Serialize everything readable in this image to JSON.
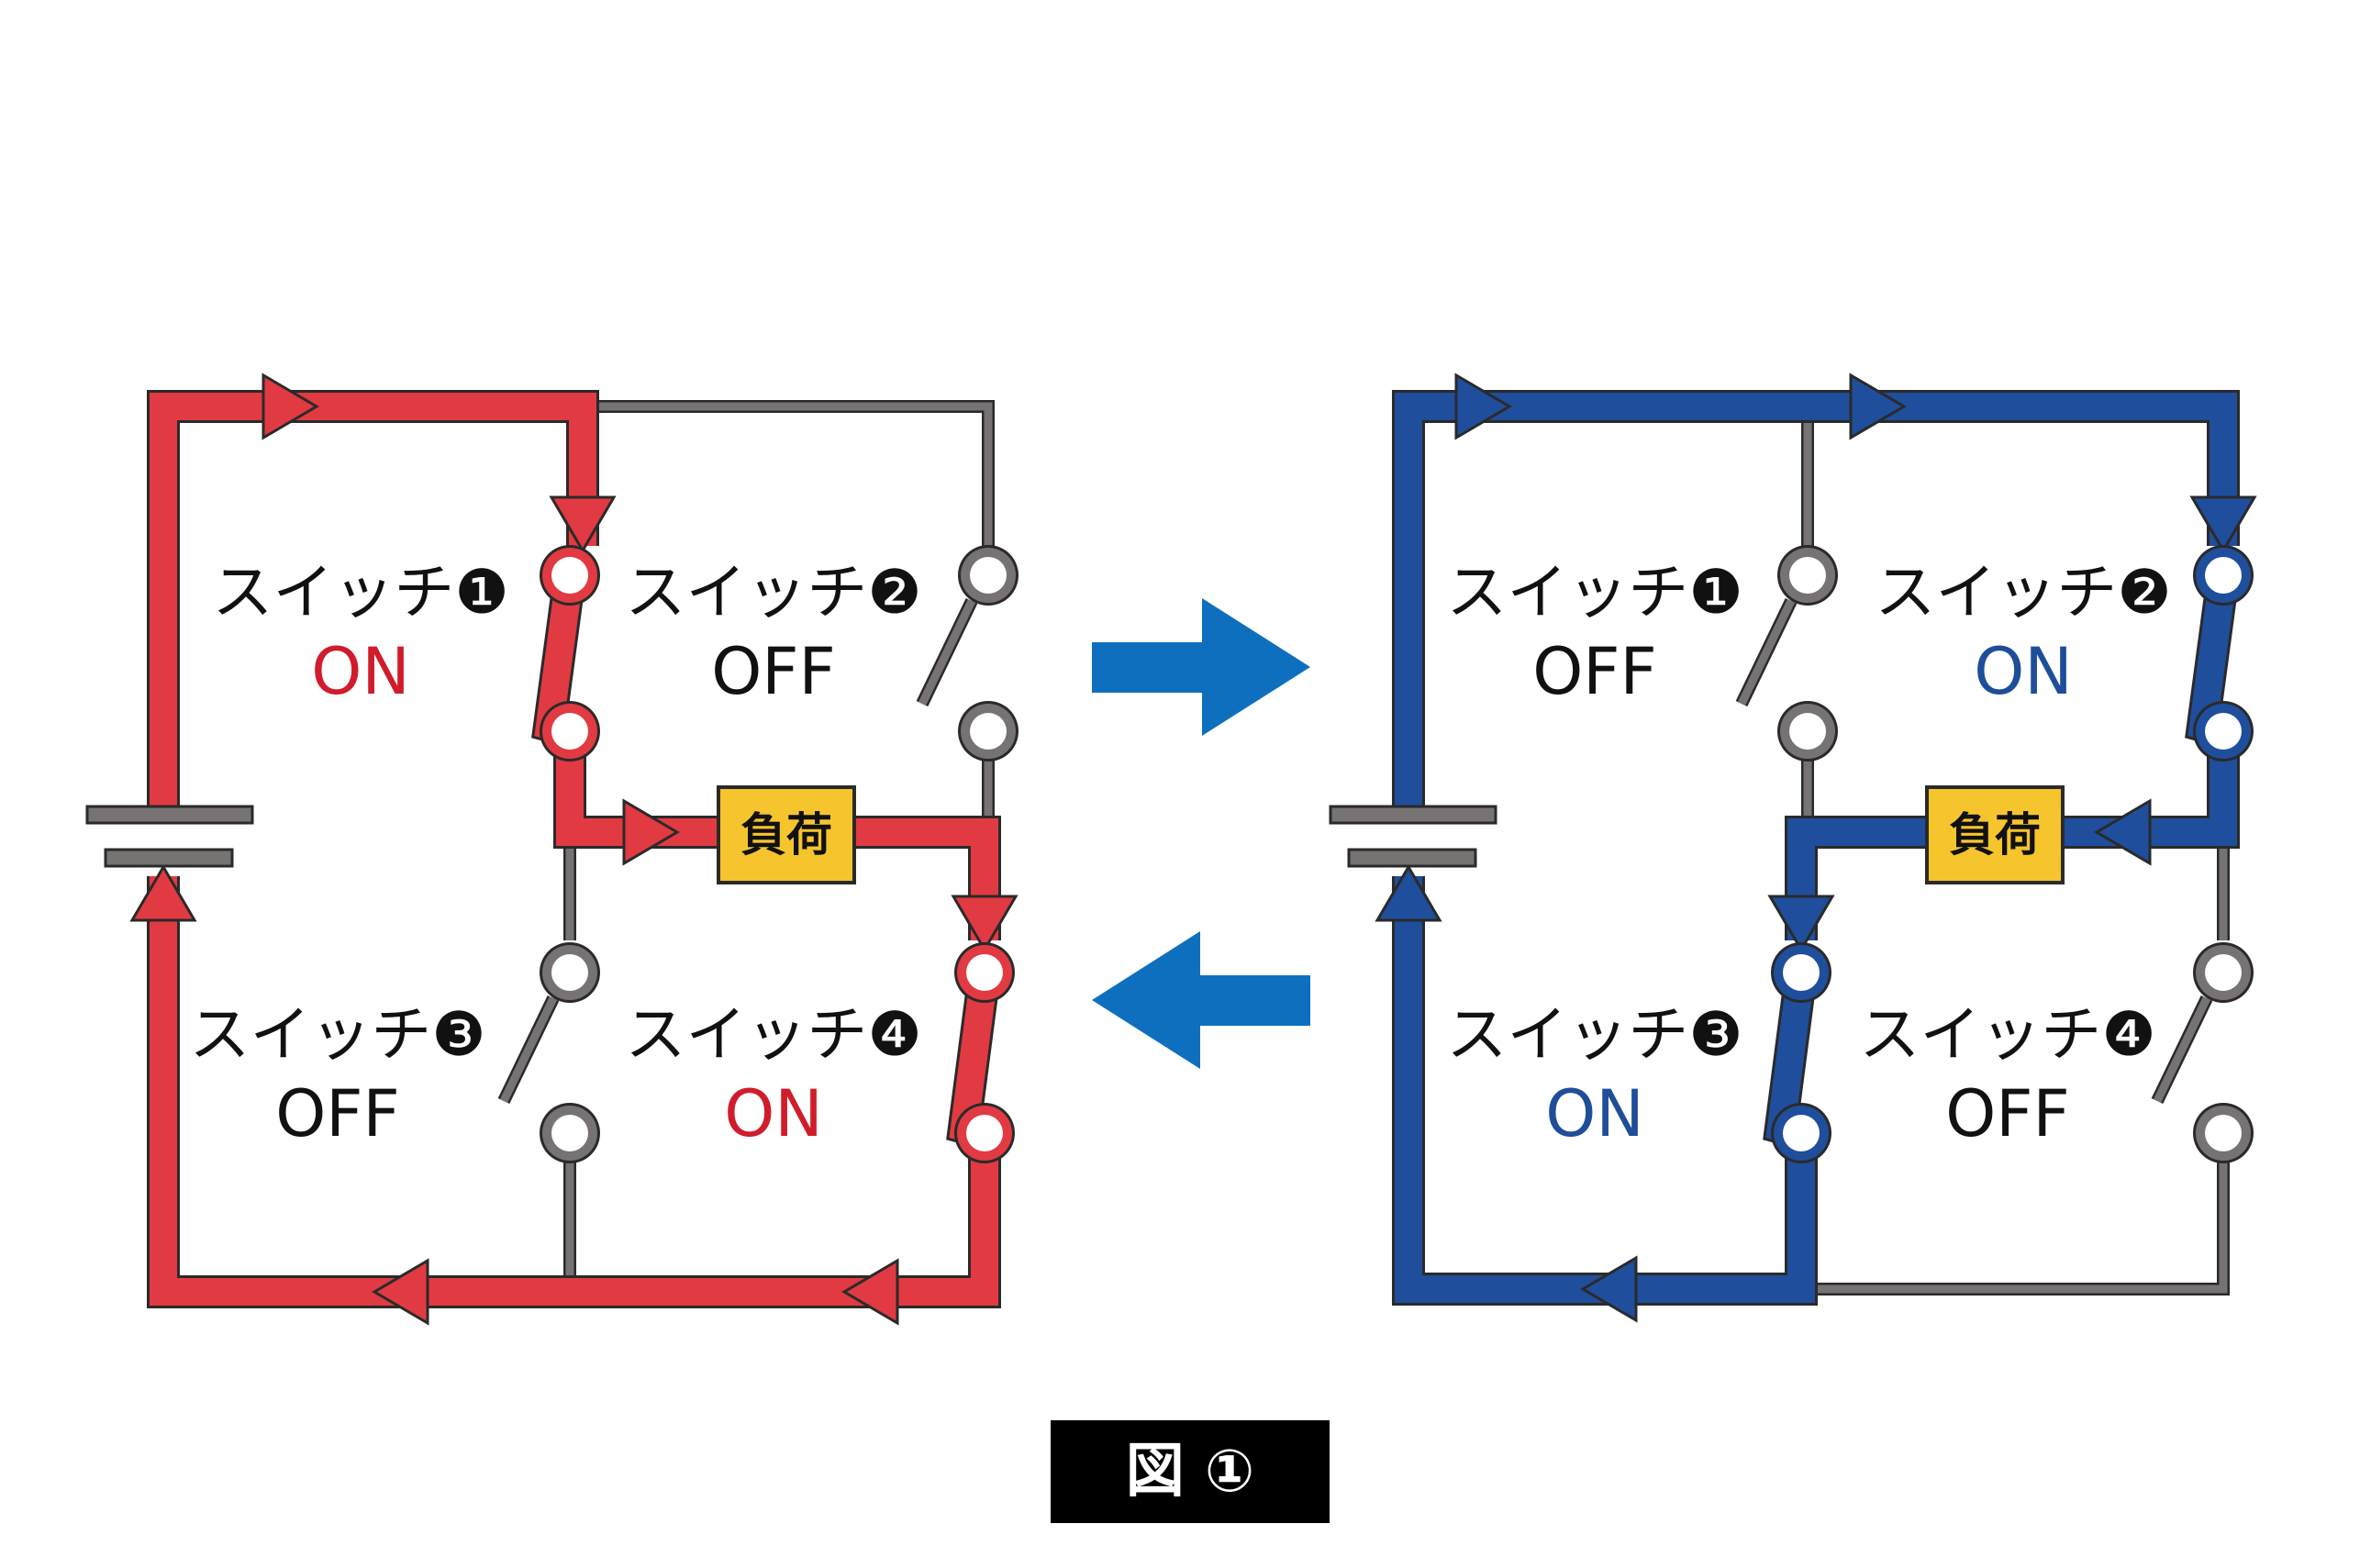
{
  "colors": {
    "red": "#e23a42",
    "blue": "#1f4e9c",
    "gray": "#767372",
    "outline": "#2a2a2a",
    "load": "#f6c42c",
    "arrow": "#0f6fbf",
    "on_red": "#d01c2b",
    "on_blue": "#1e4e9a"
  },
  "load_label": "負荷",
  "caption": "図 ①",
  "panels": [
    {
      "color": "red",
      "switches": [
        {
          "label": "スイッチ❶",
          "state": "ON",
          "on": true
        },
        {
          "label": "スイッチ❷",
          "state": "OFF",
          "on": false
        },
        {
          "label": "スイッチ❸",
          "state": "OFF",
          "on": false
        },
        {
          "label": "スイッチ❹",
          "state": "ON",
          "on": true
        }
      ]
    },
    {
      "color": "blue",
      "switches": [
        {
          "label": "スイッチ❶",
          "state": "OFF",
          "on": false
        },
        {
          "label": "スイッチ❷",
          "state": "ON",
          "on": true
        },
        {
          "label": "スイッチ❸",
          "state": "ON",
          "on": true
        },
        {
          "label": "スイッチ❹",
          "state": "OFF",
          "on": false
        }
      ]
    }
  ],
  "transition_arrows": [
    "arrow-right-icon",
    "arrow-left-icon"
  ]
}
